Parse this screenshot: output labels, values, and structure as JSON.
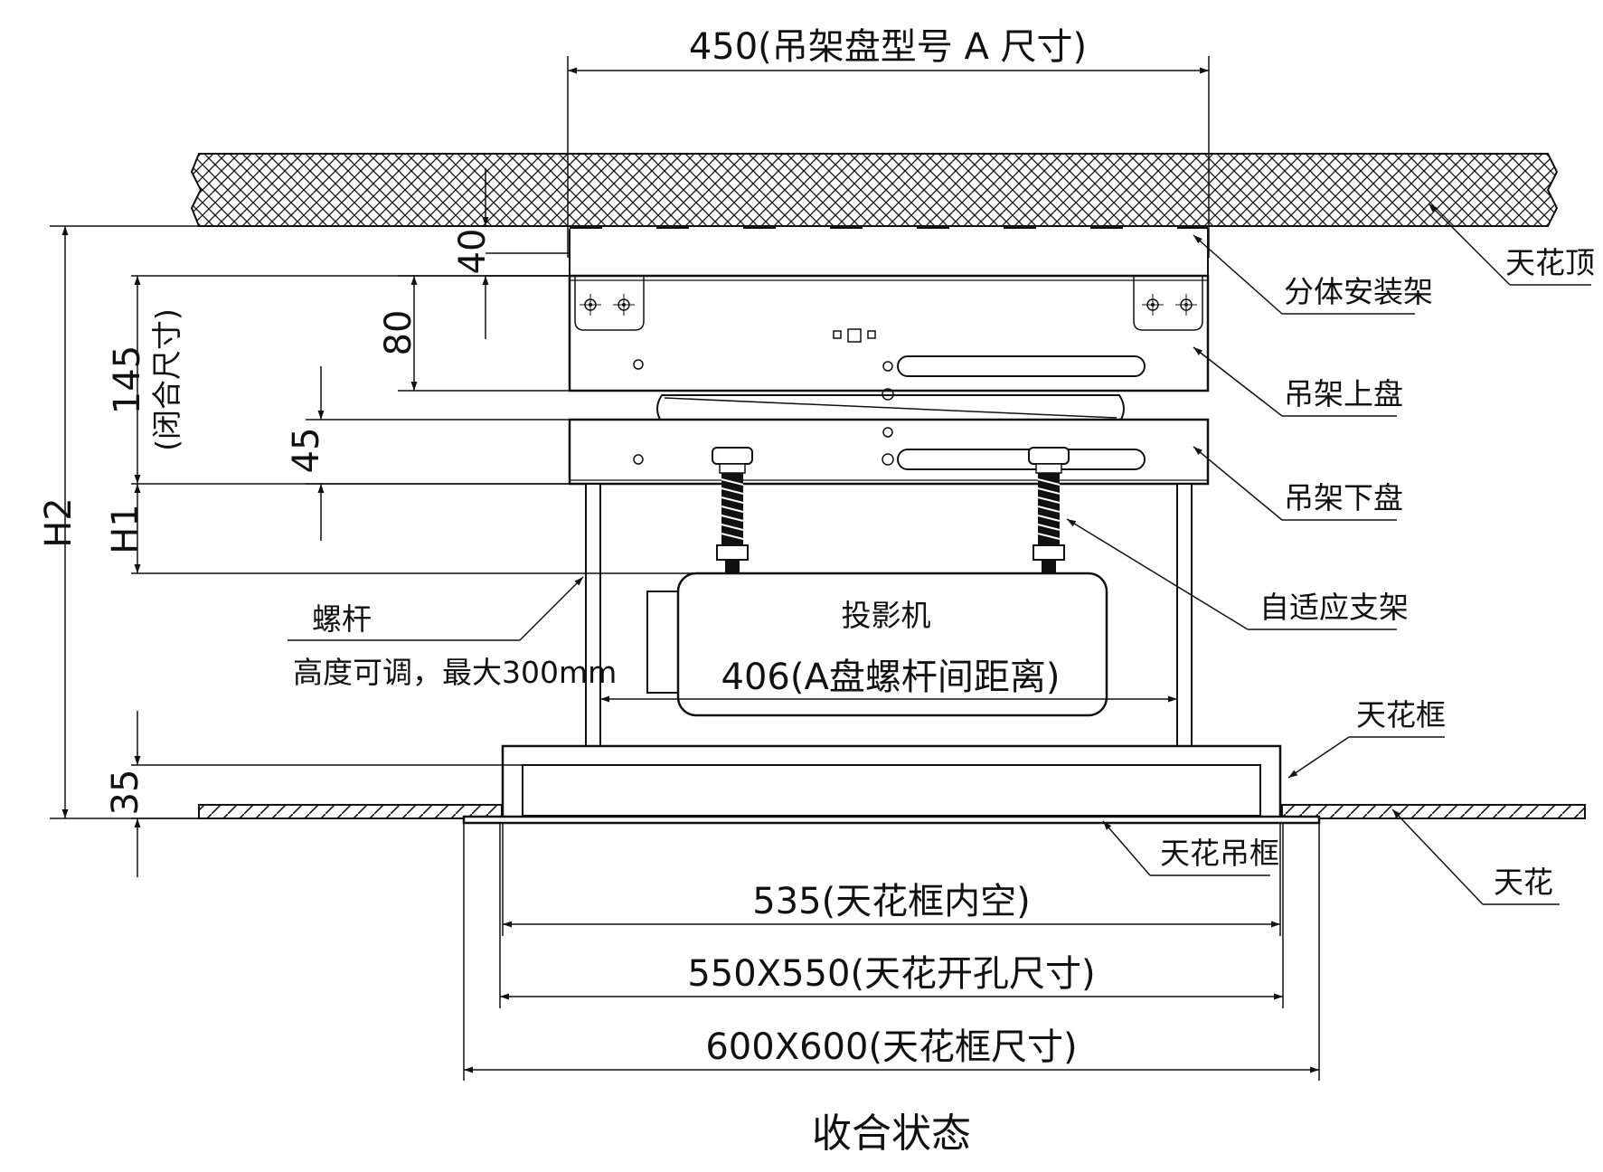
{
  "dimensions": {
    "width_a": "450(吊架盘型号 A 尺寸)",
    "d40": "40",
    "d80": "80",
    "d145": "145",
    "closed_size": "(闭合尺寸)",
    "d45": "45",
    "h1": "H1",
    "h2": "H2",
    "d35": "35",
    "rod_spacing": "406(A盘螺杆间距离)",
    "frame_inner": "535(天花框内空)",
    "ceiling_hole": "550X550(天花开孔尺寸)",
    "frame_size": "600X600(天花框尺寸)"
  },
  "labels": {
    "ceiling_top": "天花顶",
    "split_mount": "分体安装架",
    "upper_plate": "吊架上盘",
    "lower_plate": "吊架下盘",
    "adaptive_bracket": "自适应支架",
    "screw_rod": "螺杆",
    "rod_note": "高度可调，最大300mm",
    "projector": "投影机",
    "ceiling_frame": "天花框",
    "ceiling_hang_frame": "天花吊框",
    "ceiling": "天花"
  },
  "caption": "收合状态"
}
